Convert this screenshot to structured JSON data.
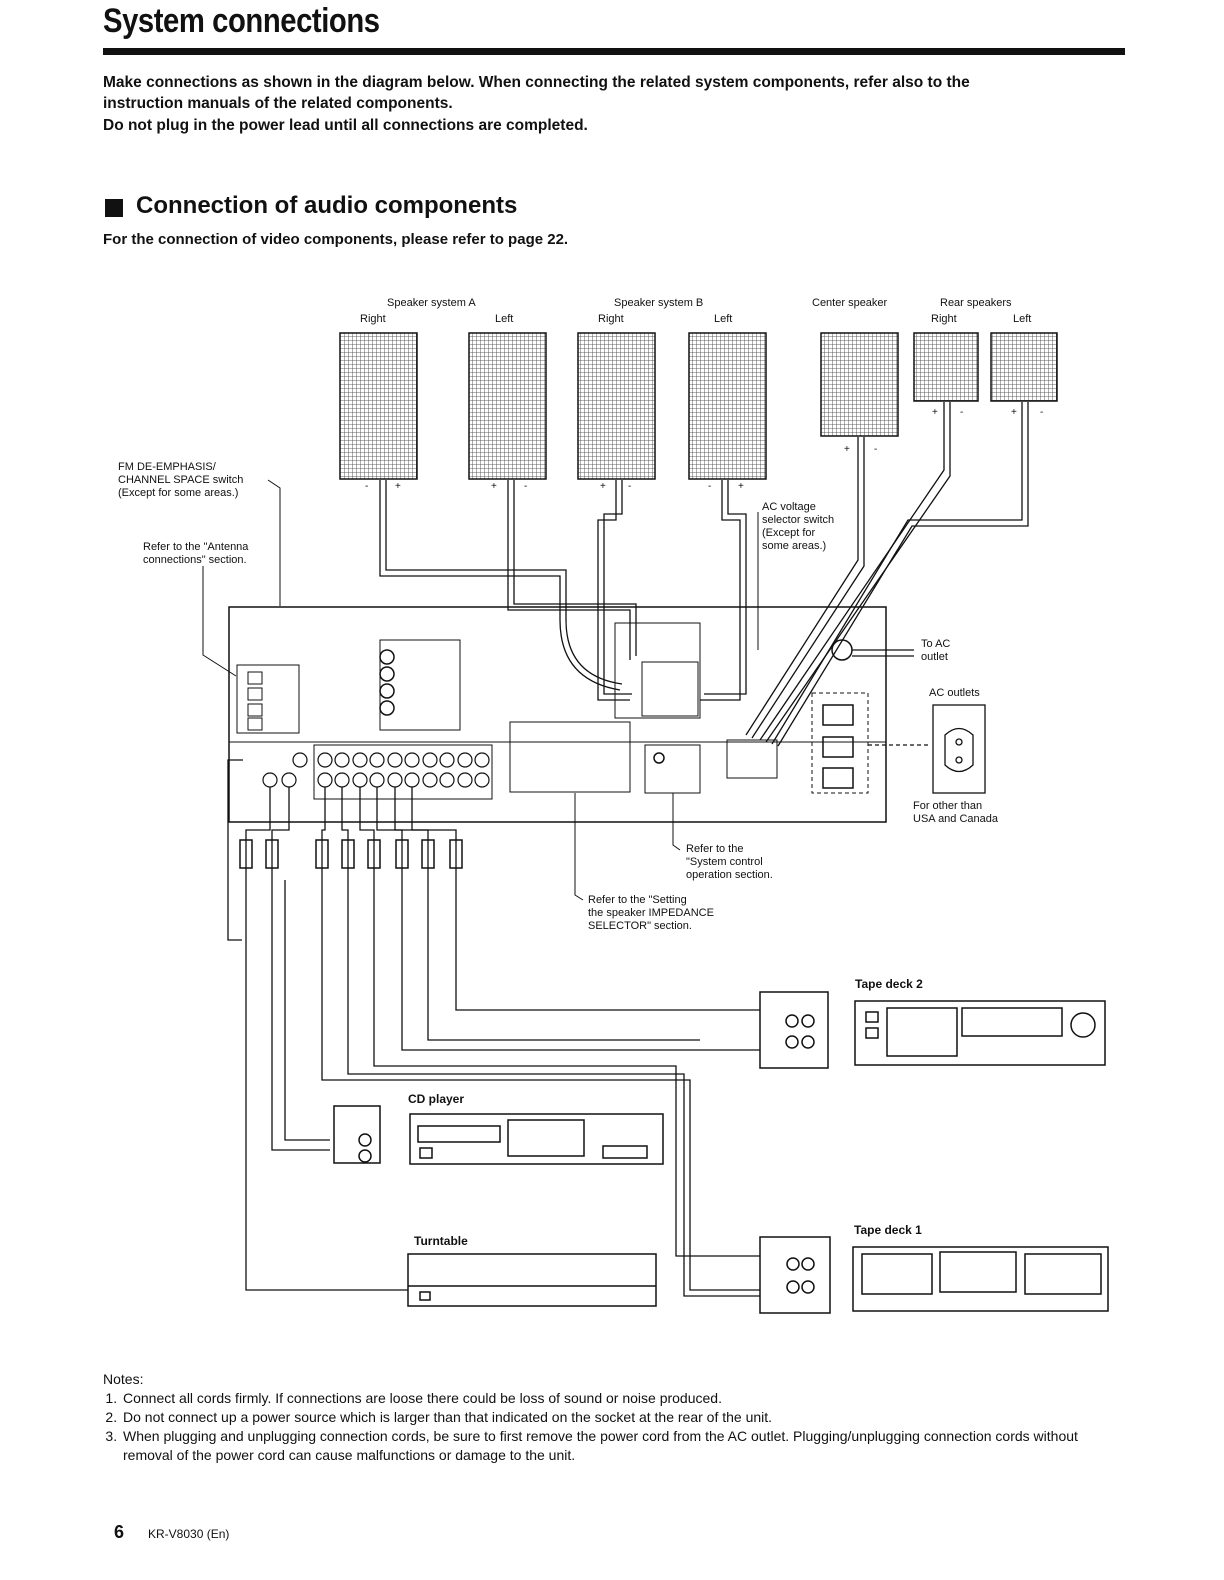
{
  "page": {
    "title": "System connections",
    "intro_lines": [
      "Make connections as shown in the diagram below. When connecting the related system components, refer also to the",
      "instruction manuals of the related components.",
      "Do not plug in the power lead until all connections are completed."
    ],
    "section_title": "Connection of audio components",
    "section_subtitle": "For the connection of video components, please refer to page 22."
  },
  "diagram": {
    "speaker_a": "Speaker system A",
    "speaker_b": "Speaker system B",
    "center_speaker": "Center speaker",
    "rear_speakers": "Rear speakers",
    "right": "Right",
    "left": "Left",
    "fm_switch": [
      "FM DE-EMPHASIS/",
      "CHANNEL SPACE switch",
      "(Except for some areas.)"
    ],
    "antenna_ref": [
      "Refer to the \"Antenna",
      "connections\" section."
    ],
    "ac_voltage": [
      "AC voltage",
      "selector switch",
      "(Except for",
      "some areas.)"
    ],
    "to_ac": [
      "To AC",
      "outlet"
    ],
    "ac_outlets": "AC outlets",
    "other_than": [
      "For other than",
      "USA and Canada"
    ],
    "system_ref": [
      "Refer to the",
      "\"System control",
      "operation section."
    ],
    "impedance_ref": [
      "Refer to the \"Setting",
      "the speaker IMPEDANCE",
      "SELECTOR\" section."
    ],
    "tape_deck_2": "Tape deck 2",
    "tape_deck_1": "Tape deck 1",
    "cd_player": "CD player",
    "turntable": "Turntable"
  },
  "notes": {
    "heading": "Notes:",
    "items": [
      "Connect all cords firmly. If connections are loose there could be loss of sound or noise produced.",
      "Do not connect up a power source which is larger than that indicated on the socket at the rear of the unit.",
      "When plugging and unplugging connection cords, be sure to first remove the power cord from the AC outlet. Plugging/unplugging connection cords without removal of the power cord can cause malfunctions or damage to the unit."
    ]
  },
  "footer": {
    "page_number": "6",
    "model": "KR-V8030 (En)"
  }
}
